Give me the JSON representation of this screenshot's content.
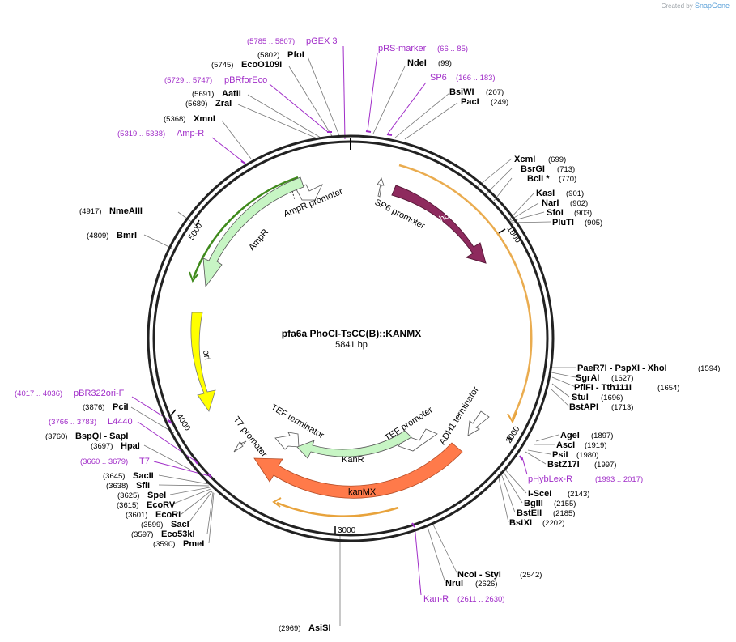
{
  "credit": {
    "prefix": "Created by",
    "brand": "SnapGene"
  },
  "plasmid": {
    "name": "pfa6a PhoCI-TsCC(B)::KANMX",
    "length_label": "5841 bp"
  },
  "ticks": [
    "1000",
    "2000",
    "3000",
    "4000",
    "5000"
  ],
  "features": {
    "phoci": "PhoCI",
    "ampr": "AmpR",
    "ampr_promoter": "AmpR promoter",
    "sp6_promoter": "SP6 promoter",
    "ori": "ori",
    "kanr": "KanR",
    "kanmx": "kanMX",
    "tef_promoter": "TEF promoter",
    "tef_terminator": "TEF terminator",
    "adh1_terminator": "ADH1 terminator",
    "t7_promoter": "T7 promoter"
  },
  "sites": [
    {
      "name": "PfoI",
      "pos": "(5802)"
    },
    {
      "name": "EcoO109I",
      "pos": "(5745)"
    },
    {
      "name": "AatII",
      "pos": "(5691)"
    },
    {
      "name": "ZraI",
      "pos": "(5689)"
    },
    {
      "name": "XmnI",
      "pos": "(5368)"
    },
    {
      "name": "NdeI",
      "pos": "(99)"
    },
    {
      "name": "BsiWI",
      "pos": "(207)"
    },
    {
      "name": "PacI",
      "pos": "(249)"
    },
    {
      "name": "XcmI",
      "pos": "(699)"
    },
    {
      "name": "BsrGI",
      "pos": "(713)"
    },
    {
      "name": "BclI *",
      "pos": "(770)"
    },
    {
      "name": "KasI",
      "pos": "(901)"
    },
    {
      "name": "NarI",
      "pos": "(902)"
    },
    {
      "name": "SfoI",
      "pos": "(903)"
    },
    {
      "name": "PluTI",
      "pos": "(905)"
    },
    {
      "name": "NmeAIII",
      "pos": "(4917)"
    },
    {
      "name": "BmrI",
      "pos": "(4809)"
    },
    {
      "name": "PaeR7I - PspXI - XhoI",
      "pos": "(1594)"
    },
    {
      "name": "SgrAI",
      "pos": "(1627)"
    },
    {
      "name": "PflFI - Tth111I",
      "pos": "(1654)"
    },
    {
      "name": "StuI",
      "pos": "(1696)"
    },
    {
      "name": "BstAPI",
      "pos": "(1713)"
    },
    {
      "name": "AgeI",
      "pos": "(1897)"
    },
    {
      "name": "AscI",
      "pos": "(1919)"
    },
    {
      "name": "PsiI",
      "pos": "(1980)"
    },
    {
      "name": "BstZ17I",
      "pos": "(1997)"
    },
    {
      "name": "I-SceI",
      "pos": "(2143)"
    },
    {
      "name": "BglII",
      "pos": "(2155)"
    },
    {
      "name": "BstEII",
      "pos": "(2185)"
    },
    {
      "name": "BstXI",
      "pos": "(2202)"
    },
    {
      "name": "NcoI - StyI",
      "pos": "(2542)"
    },
    {
      "name": "NruI",
      "pos": "(2626)"
    },
    {
      "name": "AsiSI",
      "pos": "(2969)"
    },
    {
      "name": "PciI",
      "pos": "(3876)"
    },
    {
      "name": "BspQI - SapI",
      "pos": "(3760)"
    },
    {
      "name": "HpaI",
      "pos": "(3697)"
    },
    {
      "name": "SacII",
      "pos": "(3645)"
    },
    {
      "name": "SfiI",
      "pos": "(3638)"
    },
    {
      "name": "SpeI",
      "pos": "(3625)"
    },
    {
      "name": "EcoRV",
      "pos": "(3615)"
    },
    {
      "name": "EcoRI",
      "pos": "(3601)"
    },
    {
      "name": "SacI",
      "pos": "(3599)"
    },
    {
      "name": "Eco53kI",
      "pos": "(3597)"
    },
    {
      "name": "PmeI",
      "pos": "(3590)"
    }
  ],
  "primers": [
    {
      "name": "pGEX 3'",
      "pos": "(5785 .. 5807)"
    },
    {
      "name": "pRS-marker",
      "pos": "(66 .. 85)"
    },
    {
      "name": "SP6",
      "pos": "(166 .. 183)"
    },
    {
      "name": "pBRforEco",
      "pos": "(5729 .. 5747)"
    },
    {
      "name": "Amp-R",
      "pos": "(5319 .. 5338)"
    },
    {
      "name": "pHybLex-R",
      "pos": "(1993 .. 2017)"
    },
    {
      "name": "Kan-R",
      "pos": "(2611 .. 2630)"
    },
    {
      "name": "pBR322ori-F",
      "pos": "(4017 .. 4036)"
    },
    {
      "name": "L4440",
      "pos": "(3766 .. 3783)"
    },
    {
      "name": "T7",
      "pos": "(3660 .. 3679)"
    }
  ],
  "colors": {
    "backbone": "#222222",
    "primer": "#a02cc8",
    "phoci": "#8e2a5e",
    "ampr": "#c7f5c4",
    "ori": "#ffff00",
    "kanmx": "#ff7a4a",
    "kanr": "#c7f5c4",
    "orf_orange": "#e8a33c",
    "orf_green": "#3f8a1c"
  }
}
